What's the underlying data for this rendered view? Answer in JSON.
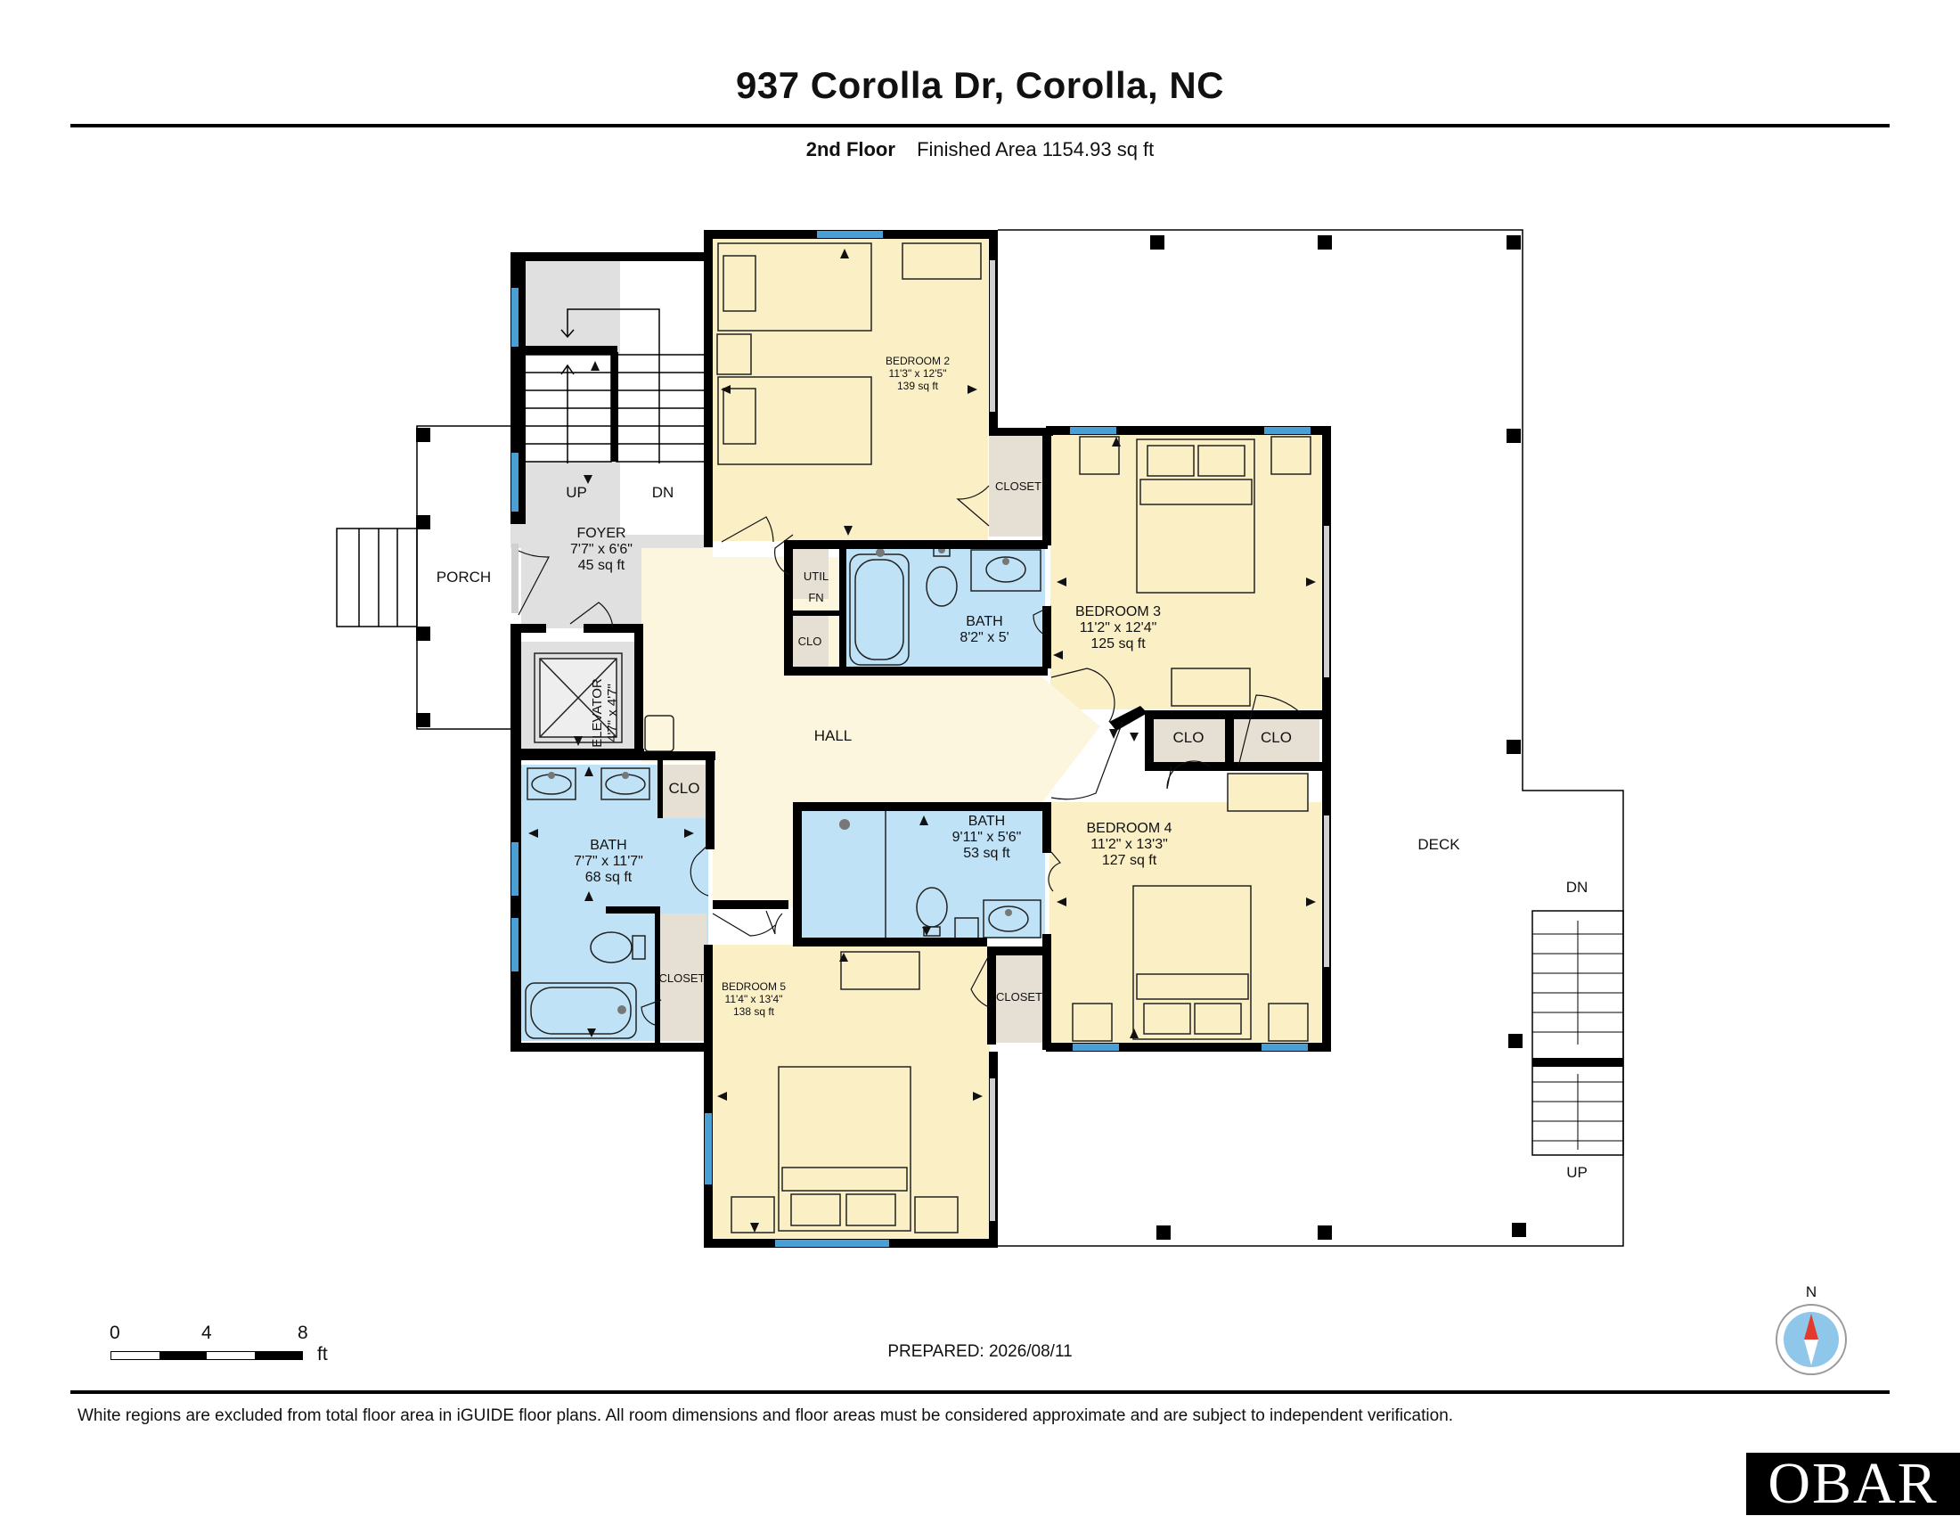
{
  "header": {
    "title": "937 Corolla Dr, Corolla, NC",
    "floor": "2nd Floor",
    "finished_area": "Finished Area 1154.93 sq ft"
  },
  "rooms": {
    "bedroom2": {
      "name": "BEDROOM 2",
      "dims": "11'3\" x 12'5\"",
      "area": "139 sq ft"
    },
    "foyer": {
      "name": "FOYER",
      "dims": "7'7\" x 6'6\"",
      "area": "45 sq ft"
    },
    "bath_center": {
      "name": "BATH",
      "dims": "8'2\" x 5'"
    },
    "bedroom3": {
      "name": "BEDROOM 3",
      "dims": "11'2\" x 12'4\"",
      "area": "125 sq ft"
    },
    "elevator": {
      "name": "ELEVATOR",
      "dims": "4'7\" x 4'7\""
    },
    "hall": {
      "name": "HALL"
    },
    "bath_left": {
      "name": "BATH",
      "dims": "7'7\" x 11'7\"",
      "area": "68 sq ft"
    },
    "bath_mid": {
      "name": "BATH",
      "dims": "9'11\" x 5'6\"",
      "area": "53 sq ft"
    },
    "bedroom4": {
      "name": "BEDROOM 4",
      "dims": "11'2\" x 13'3\"",
      "area": "127 sq ft"
    },
    "bedroom5": {
      "name": "BEDROOM 5",
      "dims": "11'4\" x 13'4\"",
      "area": "138 sq ft"
    },
    "porch": "PORCH",
    "deck": "DECK",
    "util": "UTIL",
    "fn": "FN",
    "clo": "CLO",
    "closet": "CLOSET"
  },
  "stairs": {
    "up": "UP",
    "dn": "DN"
  },
  "scale": {
    "ticks": [
      "0",
      "4",
      "8"
    ],
    "unit": "ft"
  },
  "compass": "N",
  "prepared": "PREPARED: 2026/08/11",
  "disclaimer": "White regions are excluded from total floor area in iGUIDE floor plans. All room dimensions and floor areas must be considered approximate and are subject to independent verification.",
  "logo": "OBAR",
  "colors": {
    "bedroom": "#fbefc6",
    "hall": "#fdf6df",
    "bath": "#bfe2f7",
    "closet": "#e6dfd3",
    "stair": "#e0e0e0",
    "wall": "#000000",
    "window": "#4a9fd4",
    "compass_red": "#e23b2e",
    "compass_blue": "#8fc7ea"
  }
}
